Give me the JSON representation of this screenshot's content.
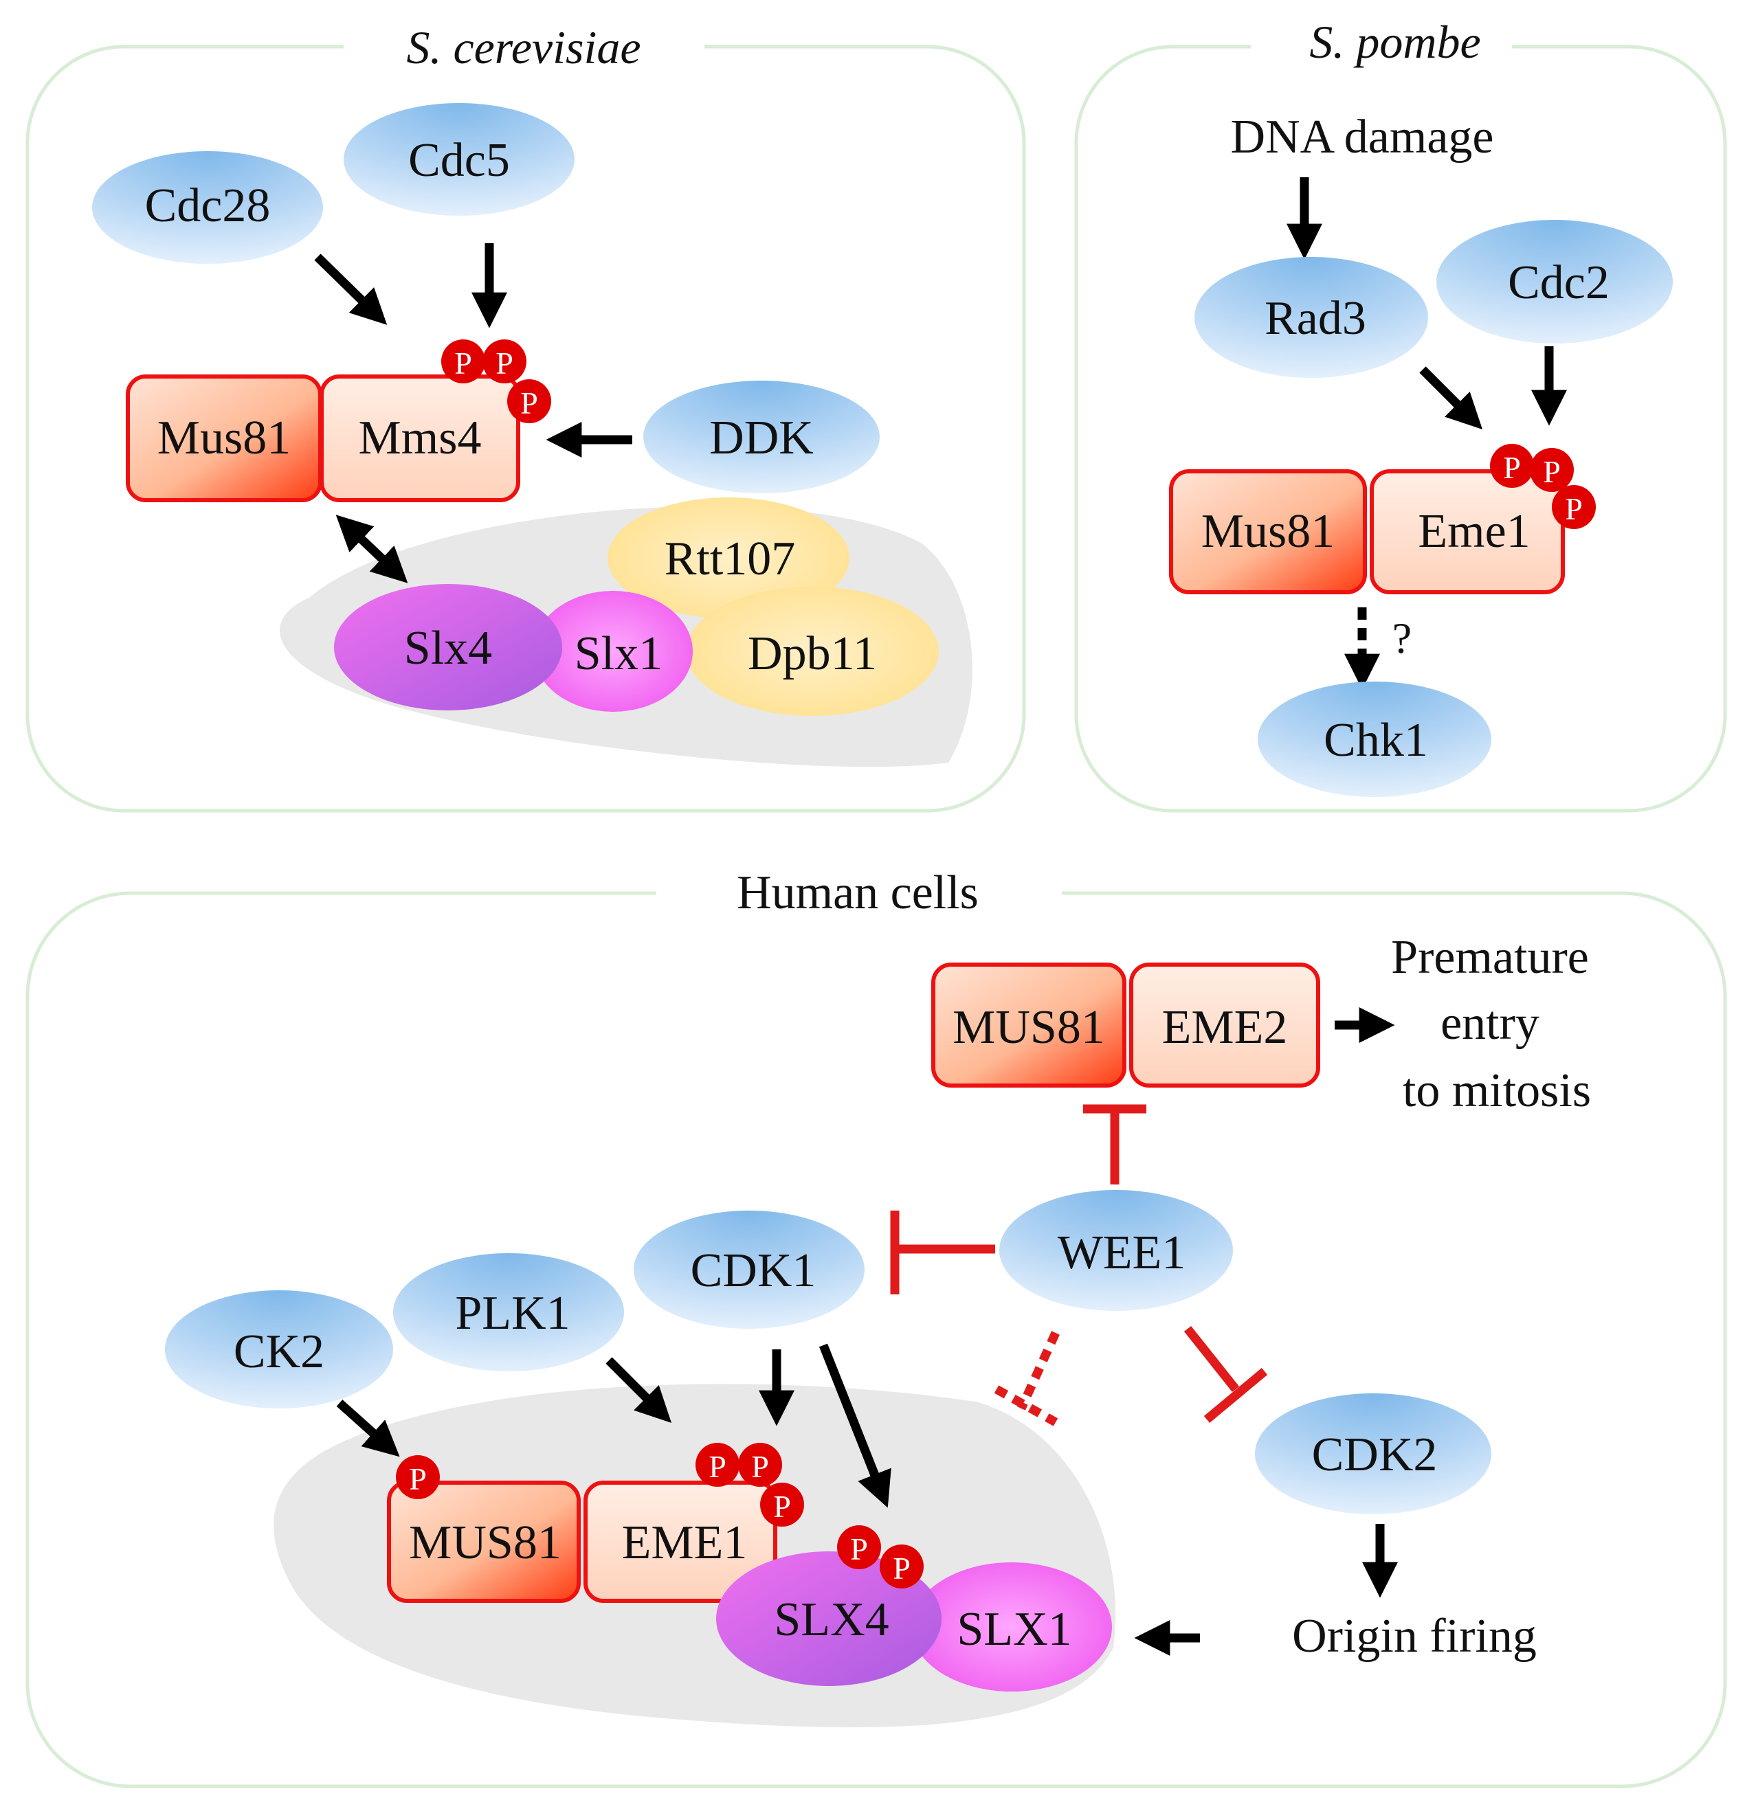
{
  "panels": {
    "cerevisiae": {
      "title": "S. cerevisiae",
      "kinases": {
        "cdc28": "Cdc28",
        "cdc5": "Cdc5",
        "ddk": "DDK"
      },
      "complex": {
        "mus81": "Mus81",
        "mms4": "Mms4"
      },
      "scaffold": {
        "rtt107": "Rtt107",
        "slx4": "Slx4",
        "slx1": "Slx1",
        "dpb11": "Dpb11"
      },
      "phospho_label": "P"
    },
    "pombe": {
      "title": "S. pombe",
      "trigger": "DNA damage",
      "kinases": {
        "rad3": "Rad3",
        "cdc2": "Cdc2",
        "chk1": "Chk1"
      },
      "complex": {
        "mus81": "Mus81",
        "eme1": "Eme1"
      },
      "uncertain_mark": "?",
      "phospho_label": "P"
    },
    "human": {
      "title": "Human cells",
      "complex_eme2": {
        "mus81": "MUS81",
        "eme2": "EME2"
      },
      "outcome": [
        "Premature",
        "entry",
        "to mitosis"
      ],
      "kinases": {
        "wee1": "WEE1",
        "cdk1": "CDK1",
        "plk1": "PLK1",
        "ck2": "CK2",
        "cdk2": "CDK2"
      },
      "complex_eme1": {
        "mus81": "MUS81",
        "eme1": "EME1"
      },
      "slx": {
        "slx4": "SLX4",
        "slx1": "SLX1"
      },
      "origin_firing": "Origin firing",
      "phospho_label": "P"
    }
  },
  "colors": {
    "kinase_light": "#eaf4fd",
    "kinase_dark": "#7fb8ea",
    "complex_light": "#ffe4d6",
    "complex_dark": "#ff4d1a",
    "complex_border": "#ee1111",
    "scaffold_yellow": "#ffe7a8",
    "slx_pink": "#f070f0",
    "slx_purple": "#b060e0",
    "inhibition_red": "#e11b1b",
    "panel_border": "#d8ecd6",
    "shade_gray": "#e8e8e8"
  }
}
